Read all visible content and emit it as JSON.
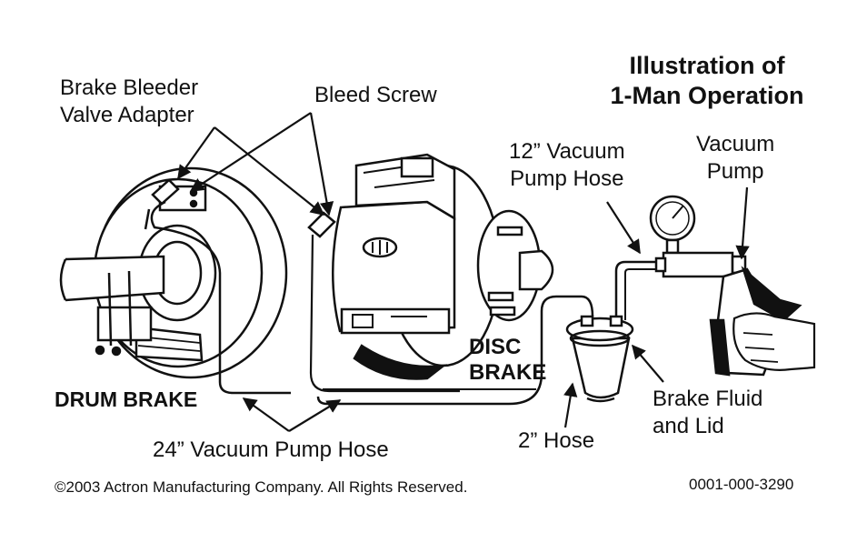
{
  "title": {
    "line1": "Illustration of",
    "line2": "1-Man Operation"
  },
  "labels": {
    "bleeder_adapter_line1": "Brake Bleeder",
    "bleeder_adapter_line2": "Valve Adapter",
    "bleed_screw": "Bleed Screw",
    "hose_12_line1": "12” Vacuum",
    "hose_12_line2": "Pump Hose",
    "vacuum_pump_line1": "Vacuum",
    "vacuum_pump_line2": "Pump",
    "disc_brake_line1": "DISC",
    "disc_brake_line2": "BRAKE",
    "drum_brake": "DRUM BRAKE",
    "brake_fluid_line1": "Brake Fluid",
    "brake_fluid_line2": "and Lid",
    "hose_24": "24” Vacuum Pump Hose",
    "hose_2": "2” Hose"
  },
  "footer": {
    "copyright": "©2003 Actron Manufacturing Company. All Rights Reserved.",
    "part_number": "0001-000-3290"
  },
  "colors": {
    "ink": "#111111",
    "paper": "#ffffff",
    "shade": "#9a9a9a"
  }
}
